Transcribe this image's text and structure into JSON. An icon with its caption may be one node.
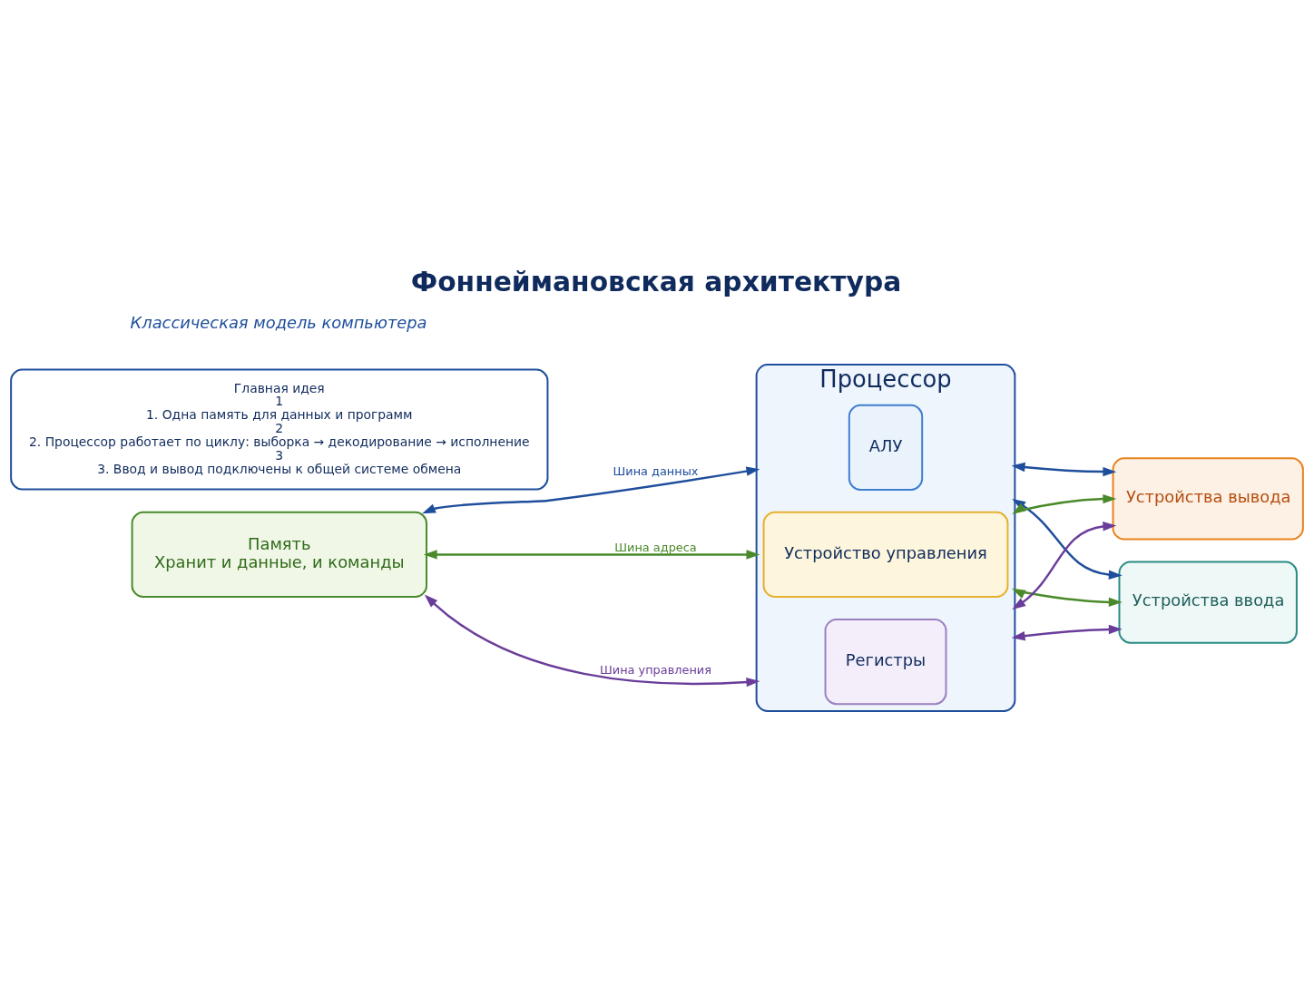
{
  "diagram": {
    "title": "Фоннеймановская архитектура",
    "caption": "Классическая модель компьютера",
    "nodes": [
      {
        "text": [
          "Память",
          "Хранит и данные, и команды"
        ]
      },
      {
        "text": [
          "Процессор"
        ]
      },
      {
        "text": [
          "АЛУ"
        ],
        "in": 1
      },
      {
        "text": [
          "Устройство управления"
        ],
        "in": 1
      },
      {
        "text": [
          "Регистры"
        ],
        "in": 1
      },
      {
        "text": [
          "Устройства ввода"
        ]
      },
      {
        "text": [
          "Устройства вывода"
        ]
      },
      {
        "text": [
          "Главная идея",
          "1",
          "1. Одна память для данных и программ",
          "2",
          "2. Процессор работает по циклу: выборка → декодирование → исполнение",
          "3",
          "3. Ввод и вывод подключены к общей системе обмена"
        ]
      }
    ],
    "edges": [
      {
        "from": 0,
        "to": 1,
        "arrow": "both",
        "label": "Шина данных",
        "color": "#1f4e9c"
      },
      {
        "from": 0,
        "to": 1,
        "arrow": "both",
        "label": "Шина адреса",
        "color": "#4a8a2a"
      },
      {
        "from": 0,
        "to": 1,
        "arrow": "both",
        "label": "Шина управления",
        "color": "#6a3d9a"
      },
      {
        "from": 1,
        "to": 5,
        "arrow": "both",
        "color": "#1f4e9c"
      },
      {
        "from": 1,
        "to": 5,
        "arrow": "both",
        "color": "#4a8a2a"
      },
      {
        "from": 1,
        "to": 5,
        "arrow": "both",
        "color": "#6a3d9a"
      },
      {
        "from": 1,
        "to": 6,
        "arrow": "both",
        "color": "#1f4e9c"
      },
      {
        "from": 1,
        "to": 6,
        "arrow": "both",
        "color": "#4a8a2a"
      },
      {
        "from": 1,
        "to": 6,
        "arrow": "both",
        "color": "#6a3d9a"
      }
    ]
  }
}
